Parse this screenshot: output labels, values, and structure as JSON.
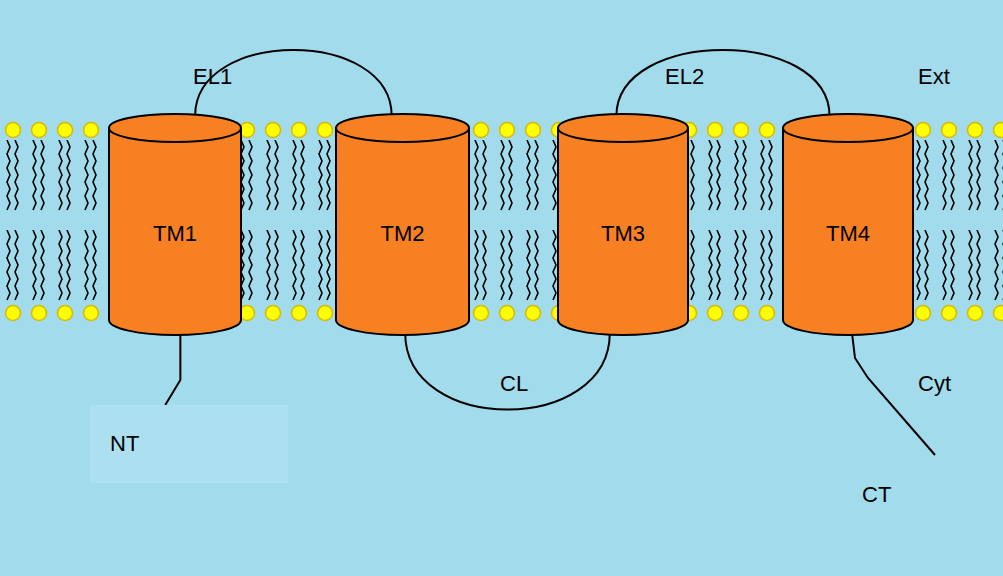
{
  "diagram": {
    "nodes": [
      {
        "text": [
          "TM1"
        ]
      },
      {
        "text": [
          "TM2"
        ]
      },
      {
        "text": [
          "TM3"
        ]
      },
      {
        "text": [
          "TM4"
        ]
      },
      {
        "text": [
          "NT"
        ]
      }
    ],
    "edges": [
      {
        "from": 0,
        "to": 1,
        "arrow": "none",
        "label": "EL1"
      },
      {
        "from": 1,
        "to": 2,
        "arrow": "none",
        "label": "CL"
      },
      {
        "from": 2,
        "to": 3,
        "arrow": "none",
        "label": "EL2"
      },
      {
        "from": 0,
        "to": 4,
        "arrow": "none"
      }
    ],
    "labels": [
      "Ext",
      "Cyt",
      "CT"
    ]
  }
}
